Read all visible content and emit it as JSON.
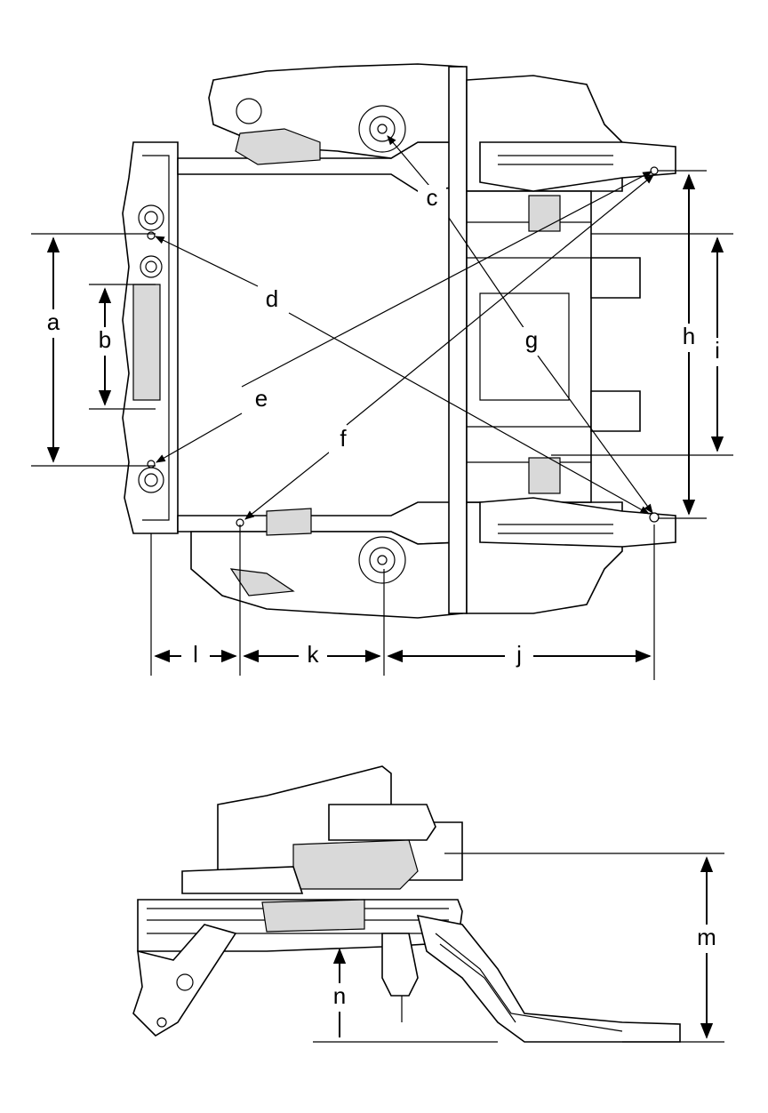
{
  "figure": {
    "views": [
      "top-view",
      "side-view"
    ]
  },
  "labels": {
    "a": "a",
    "b": "b",
    "c": "c",
    "d": "d",
    "e": "e",
    "f": "f",
    "g": "g",
    "h": "h",
    "i": "i",
    "j": "j",
    "k": "k",
    "l": "l",
    "m": "m",
    "n": "n"
  },
  "colors": {
    "line": "#000000",
    "fill": "#ffffff",
    "shade": "#d9d9d9"
  }
}
